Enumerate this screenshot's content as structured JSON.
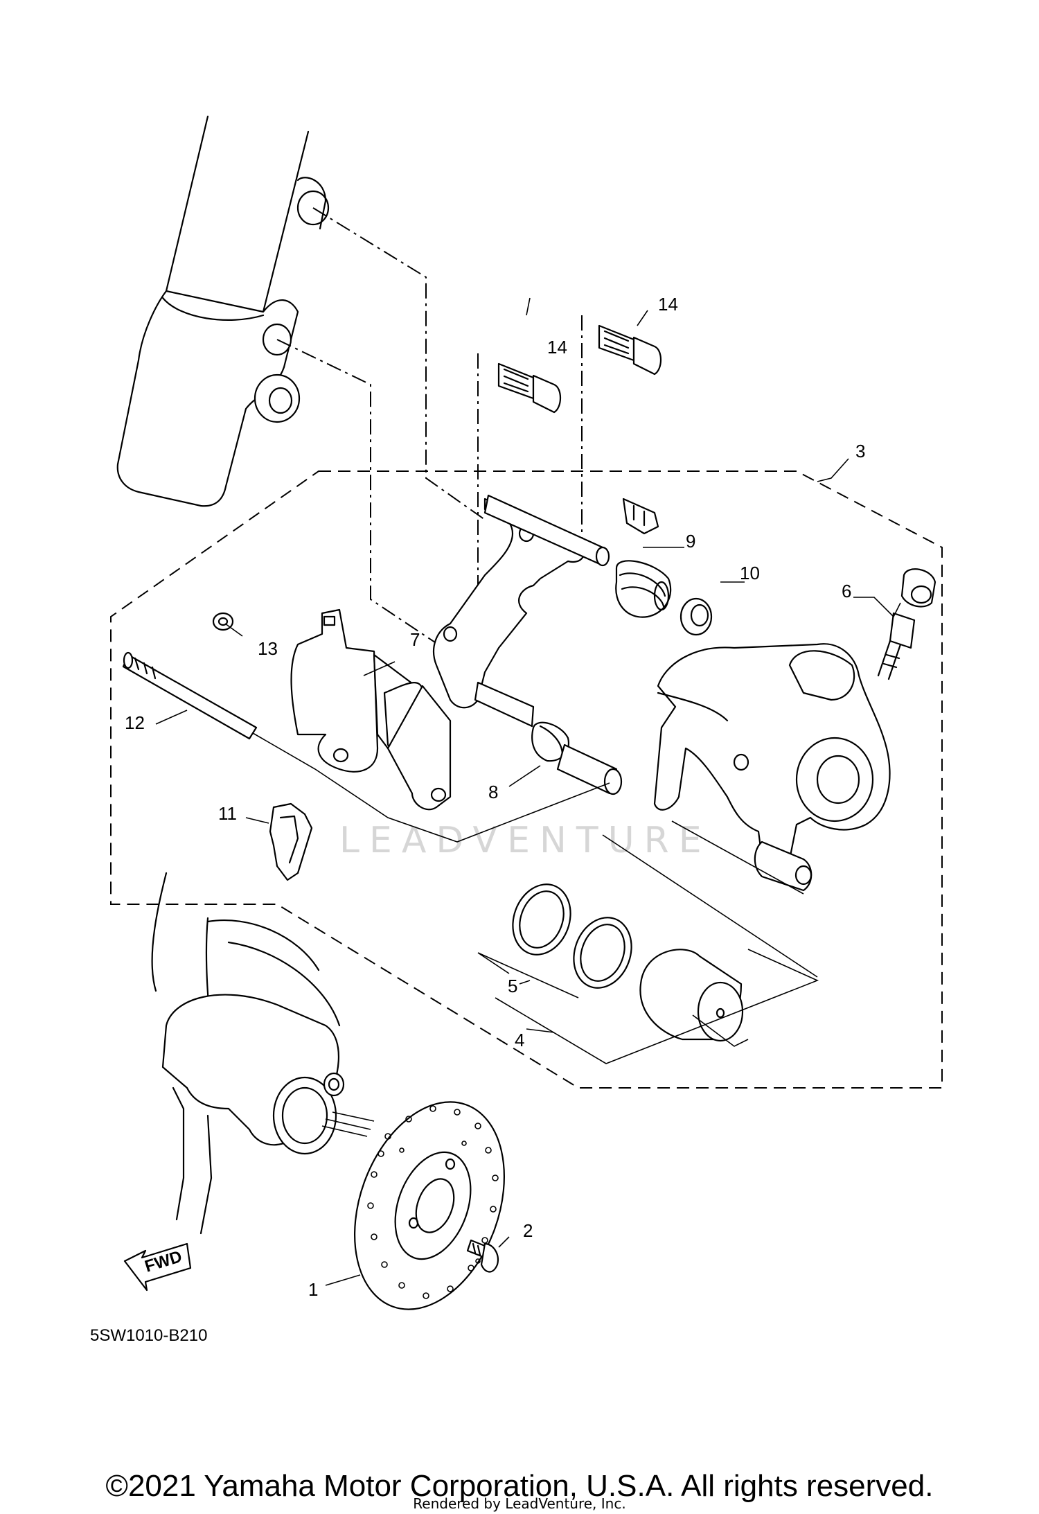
{
  "diagram": {
    "callouts": {
      "p1": "1",
      "p2": "2",
      "p3": "3",
      "p4": "4",
      "p5": "5",
      "p6": "6",
      "p7": "7",
      "p8": "8",
      "p9": "9",
      "p10": "10",
      "p11": "11",
      "p12": "12",
      "p13": "13",
      "p14a": "14",
      "p14b": "14"
    },
    "fwd_label": "FWD",
    "diagram_code": "5SW1010-B210",
    "watermark": "LEADVENTURE"
  },
  "footer": {
    "copyright": "©2021 Yamaha Motor Corporation, U.S.A. All rights reserved.",
    "rendered_by": "Rendered by LeadVenture, Inc."
  }
}
